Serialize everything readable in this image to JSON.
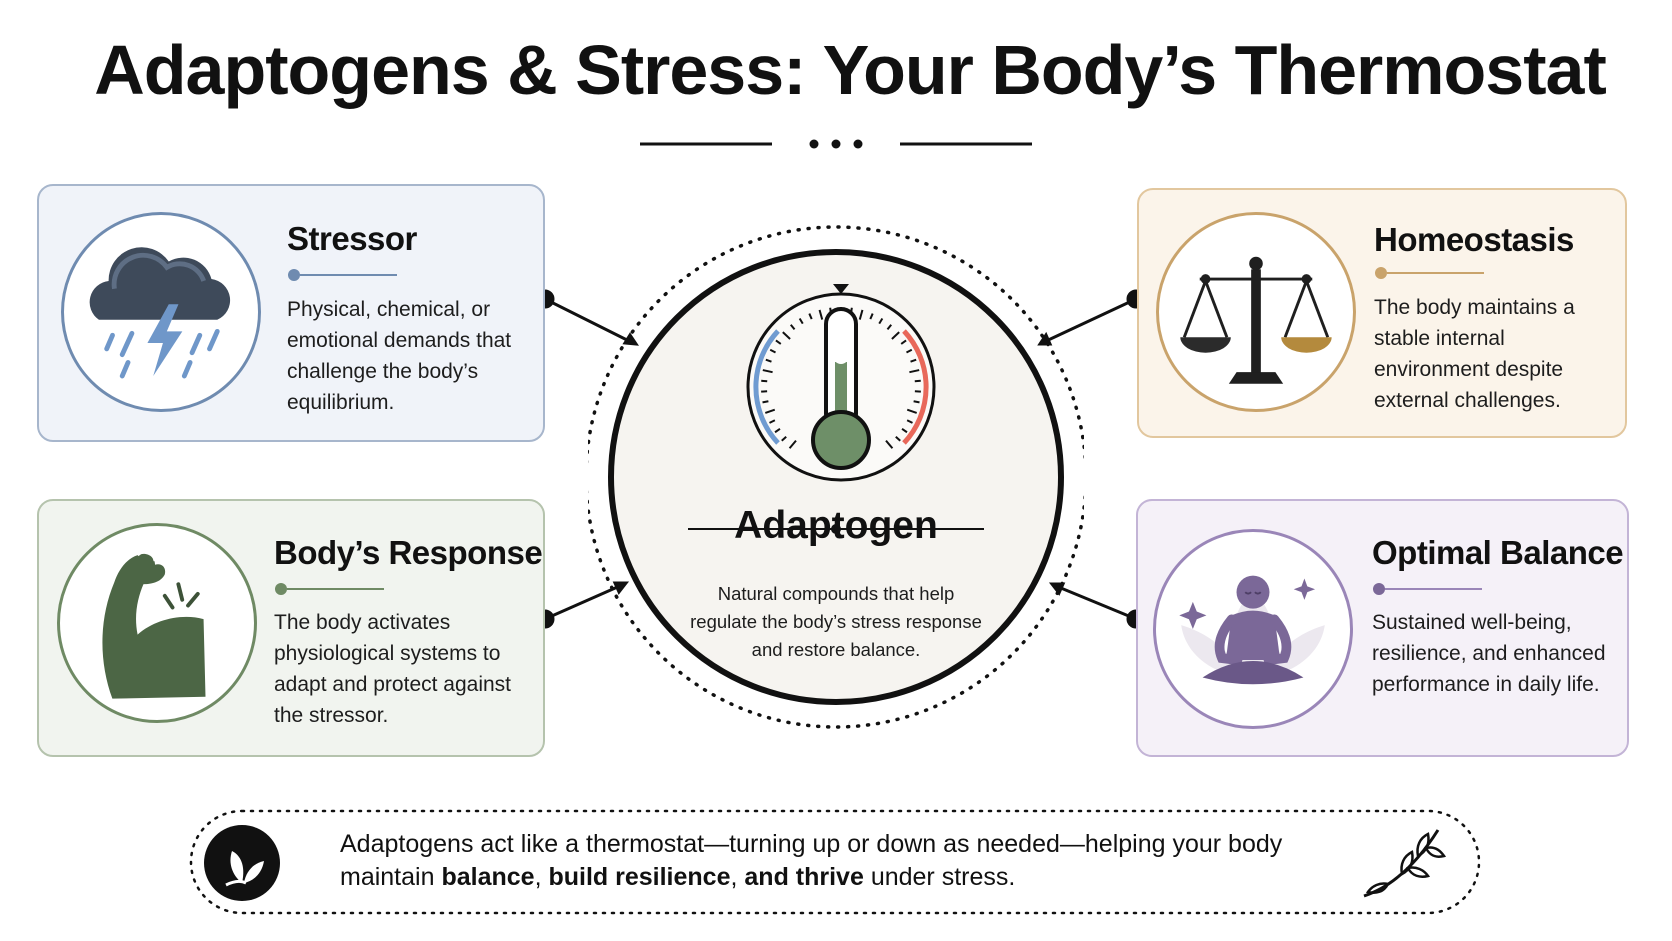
{
  "title": "Adaptogens & Stress: Your Body’s Thermostat",
  "center": {
    "title": "Adaptogen",
    "body": "Natural compounds that help regulate the body’s stress response and restore balance.",
    "icon": "thermometer-gauge-icon"
  },
  "cards": {
    "stressor": {
      "title": "Stressor",
      "body": "Physical, chemical, or emotional demands that challenge the body’s equilibrium.",
      "icon": "storm-cloud-lightning-icon",
      "accent": "#6f8bb0"
    },
    "response": {
      "title": "Body’s Response",
      "body": "The body activates physiological systems to adapt and protect against the stressor.",
      "icon": "flexed-arm-icon",
      "accent": "#4c6645"
    },
    "homeostasis": {
      "title": "Homeostasis",
      "body": "The body maintains a stable internal environment despite external challenges.",
      "icon": "balance-scale-icon",
      "accent": "#c9a36b"
    },
    "balance": {
      "title": "Optimal Balance",
      "body": "Sustained well-being, resilience, and enhanced performance in daily life.",
      "icon": "meditating-person-icon",
      "accent": "#7b6898"
    }
  },
  "banner": {
    "text_1": "Adaptogens act like a thermostat—turning up or down as needed—helping your body maintain ",
    "bold_1": "balance",
    "text_2": ", ",
    "bold_2": "build resilience",
    "text_3": ", ",
    "bold_3": "and thrive",
    "text_4": " under stress.",
    "badge_icon": "leaf-badge-icon",
    "decor_icon": "leaf-sprig-icon"
  },
  "colors": {
    "cool": "#6f9bd1",
    "warm": "#e8685a",
    "mercury": "#6e8f68",
    "ink": "#111111"
  }
}
